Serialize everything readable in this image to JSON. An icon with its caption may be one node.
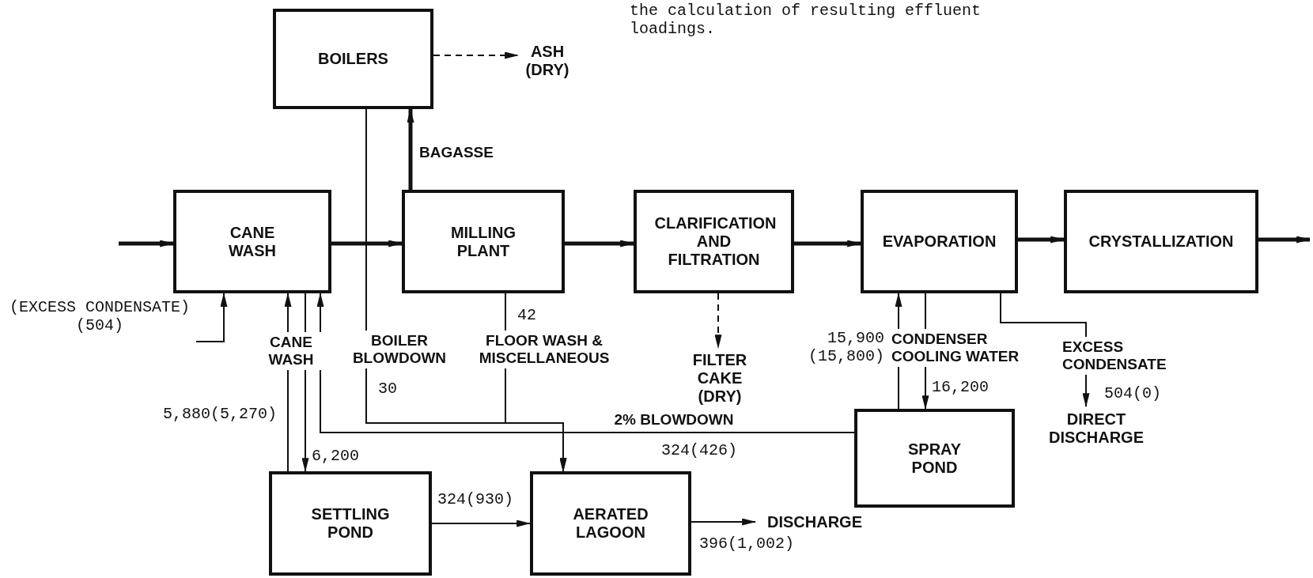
{
  "diagram": {
    "nodes": [
      {
        "text": [
          "BOILERS"
        ]
      },
      {
        "text": [
          "ASH (DRY)"
        ]
      },
      {
        "text": [
          "CANE WASH"
        ]
      },
      {
        "text": [
          "MILLING PLANT"
        ]
      },
      {
        "text": [
          "CLARIFICATION AND FILTRATION"
        ]
      },
      {
        "text": [
          "EVAPORATION"
        ]
      },
      {
        "text": [
          "CRYSTALLIZATION"
        ]
      },
      {
        "text": [
          "(EXCESS CONDENSATE) (504)"
        ]
      },
      {
        "text": [
          "FILTER CAKE (DRY)"
        ]
      },
      {
        "text": [
          "SPRAY POND"
        ]
      },
      {
        "text": [
          "DIRECT DISCHARGE"
        ]
      },
      {
        "text": [
          "SETTLING POND"
        ]
      },
      {
        "text": [
          "AERATED LAGOON"
        ]
      },
      {
        "text": [
          "DISCHARGE"
        ]
      }
    ],
    "edges": [
      {
        "from": null,
        "to": 2,
        "arrow": "to",
        "style": "thick"
      },
      {
        "from": 2,
        "to": 3,
        "arrow": "to",
        "style": "thick"
      },
      {
        "from": 3,
        "to": 0,
        "arrow": "to",
        "style": "thick",
        "label": "BAGASSE"
      },
      {
        "from": 0,
        "to": 1,
        "arrow": "to",
        "style": "dashed"
      },
      {
        "from": 3,
        "to": 4,
        "arrow": "to",
        "style": "thick"
      },
      {
        "from": 4,
        "to": 5,
        "arrow": "to",
        "style": "thick"
      },
      {
        "from": 5,
        "to": 6,
        "arrow": "to",
        "style": "thick"
      },
      {
        "from": 6,
        "to": null,
        "arrow": "to",
        "style": "thick"
      },
      {
        "from": 4,
        "to": 8,
        "arrow": "to",
        "style": "dashed"
      },
      {
        "from": 7,
        "to": 2,
        "arrow": "to"
      },
      {
        "from": 11,
        "to": 2,
        "arrow": "to"
      },
      {
        "from": 2,
        "to": 11,
        "arrow": "to"
      },
      {
        "from": 9,
        "to": 2,
        "arrow": "to",
        "label": "2% BLOWDOWN"
      },
      {
        "from": 0,
        "to": 12,
        "arrow": "to",
        "label": "BOILER BLOWDOWN"
      },
      {
        "from": 3,
        "to": 12,
        "arrow": "to",
        "label": "FLOOR WASH & MISCELLANEOUS"
      },
      {
        "from": 11,
        "to": 12,
        "arrow": "to"
      },
      {
        "from": 12,
        "to": 13,
        "arrow": "to"
      },
      {
        "from": 9,
        "to": 5,
        "arrow": "to"
      },
      {
        "from": 5,
        "to": 9,
        "arrow": "to"
      },
      {
        "from": 5,
        "to": 10,
        "arrow": "to",
        "label": "EXCESS CONDENSATE"
      }
    ],
    "labels": [
      "the calculation of resulting effluent loadings.",
      "CANE WASH",
      "42",
      "30",
      "5,880(5,270)",
      "6,200",
      "324(426)",
      "324(930)",
      "396(1,002)",
      "15,900 (15,800)",
      "CONDENSER COOLING WATER",
      "16,200",
      "504(0)"
    ]
  }
}
